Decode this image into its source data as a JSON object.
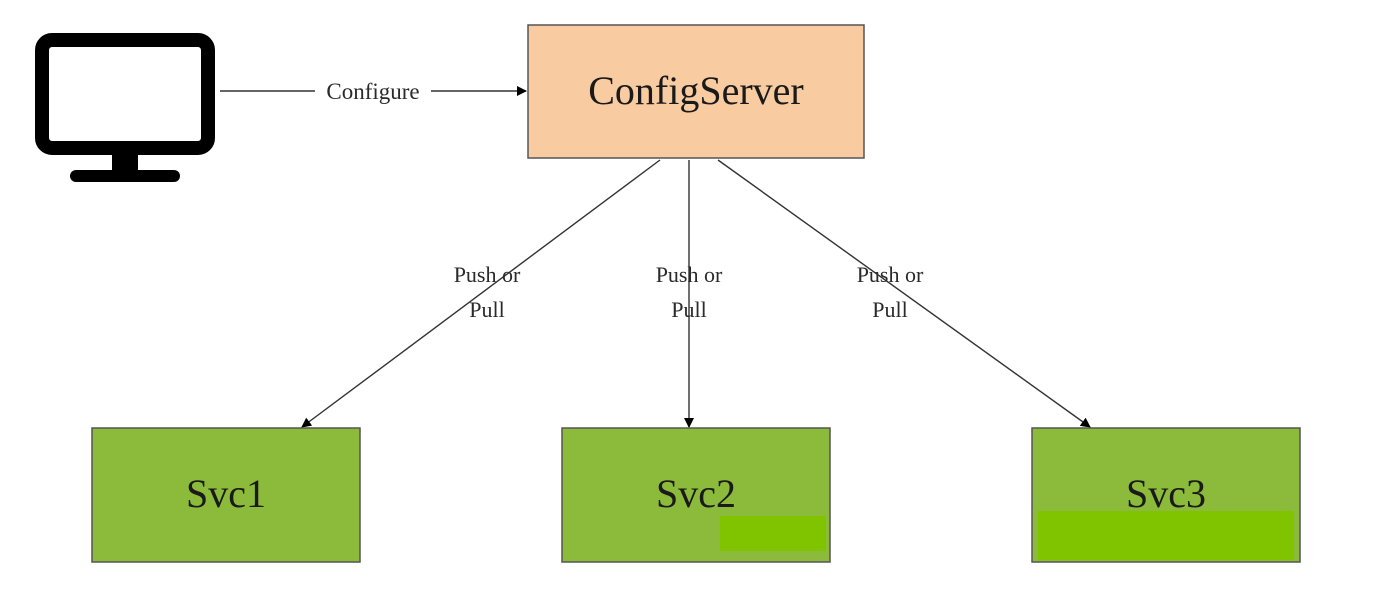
{
  "colors": {
    "config_server_fill": "#f8cba0",
    "service_fill": "#8cba3a",
    "node_border": "#555555",
    "edge": "#333333",
    "highlight": "#80c400",
    "monitor": "#000000"
  },
  "monitor_icon": "monitor-icon",
  "nodes": {
    "config_server": "ConfigServer",
    "svc1": "Svc1",
    "svc2": "Svc2",
    "svc3": "Svc3"
  },
  "edges": {
    "configure": "Configure",
    "push_pull_1": {
      "line1": "Push or",
      "line2": "Pull"
    },
    "push_pull_2": {
      "line1": "Push or",
      "line2": "Pull"
    },
    "push_pull_3": {
      "line1": "Push or",
      "line2": "Pull"
    }
  }
}
